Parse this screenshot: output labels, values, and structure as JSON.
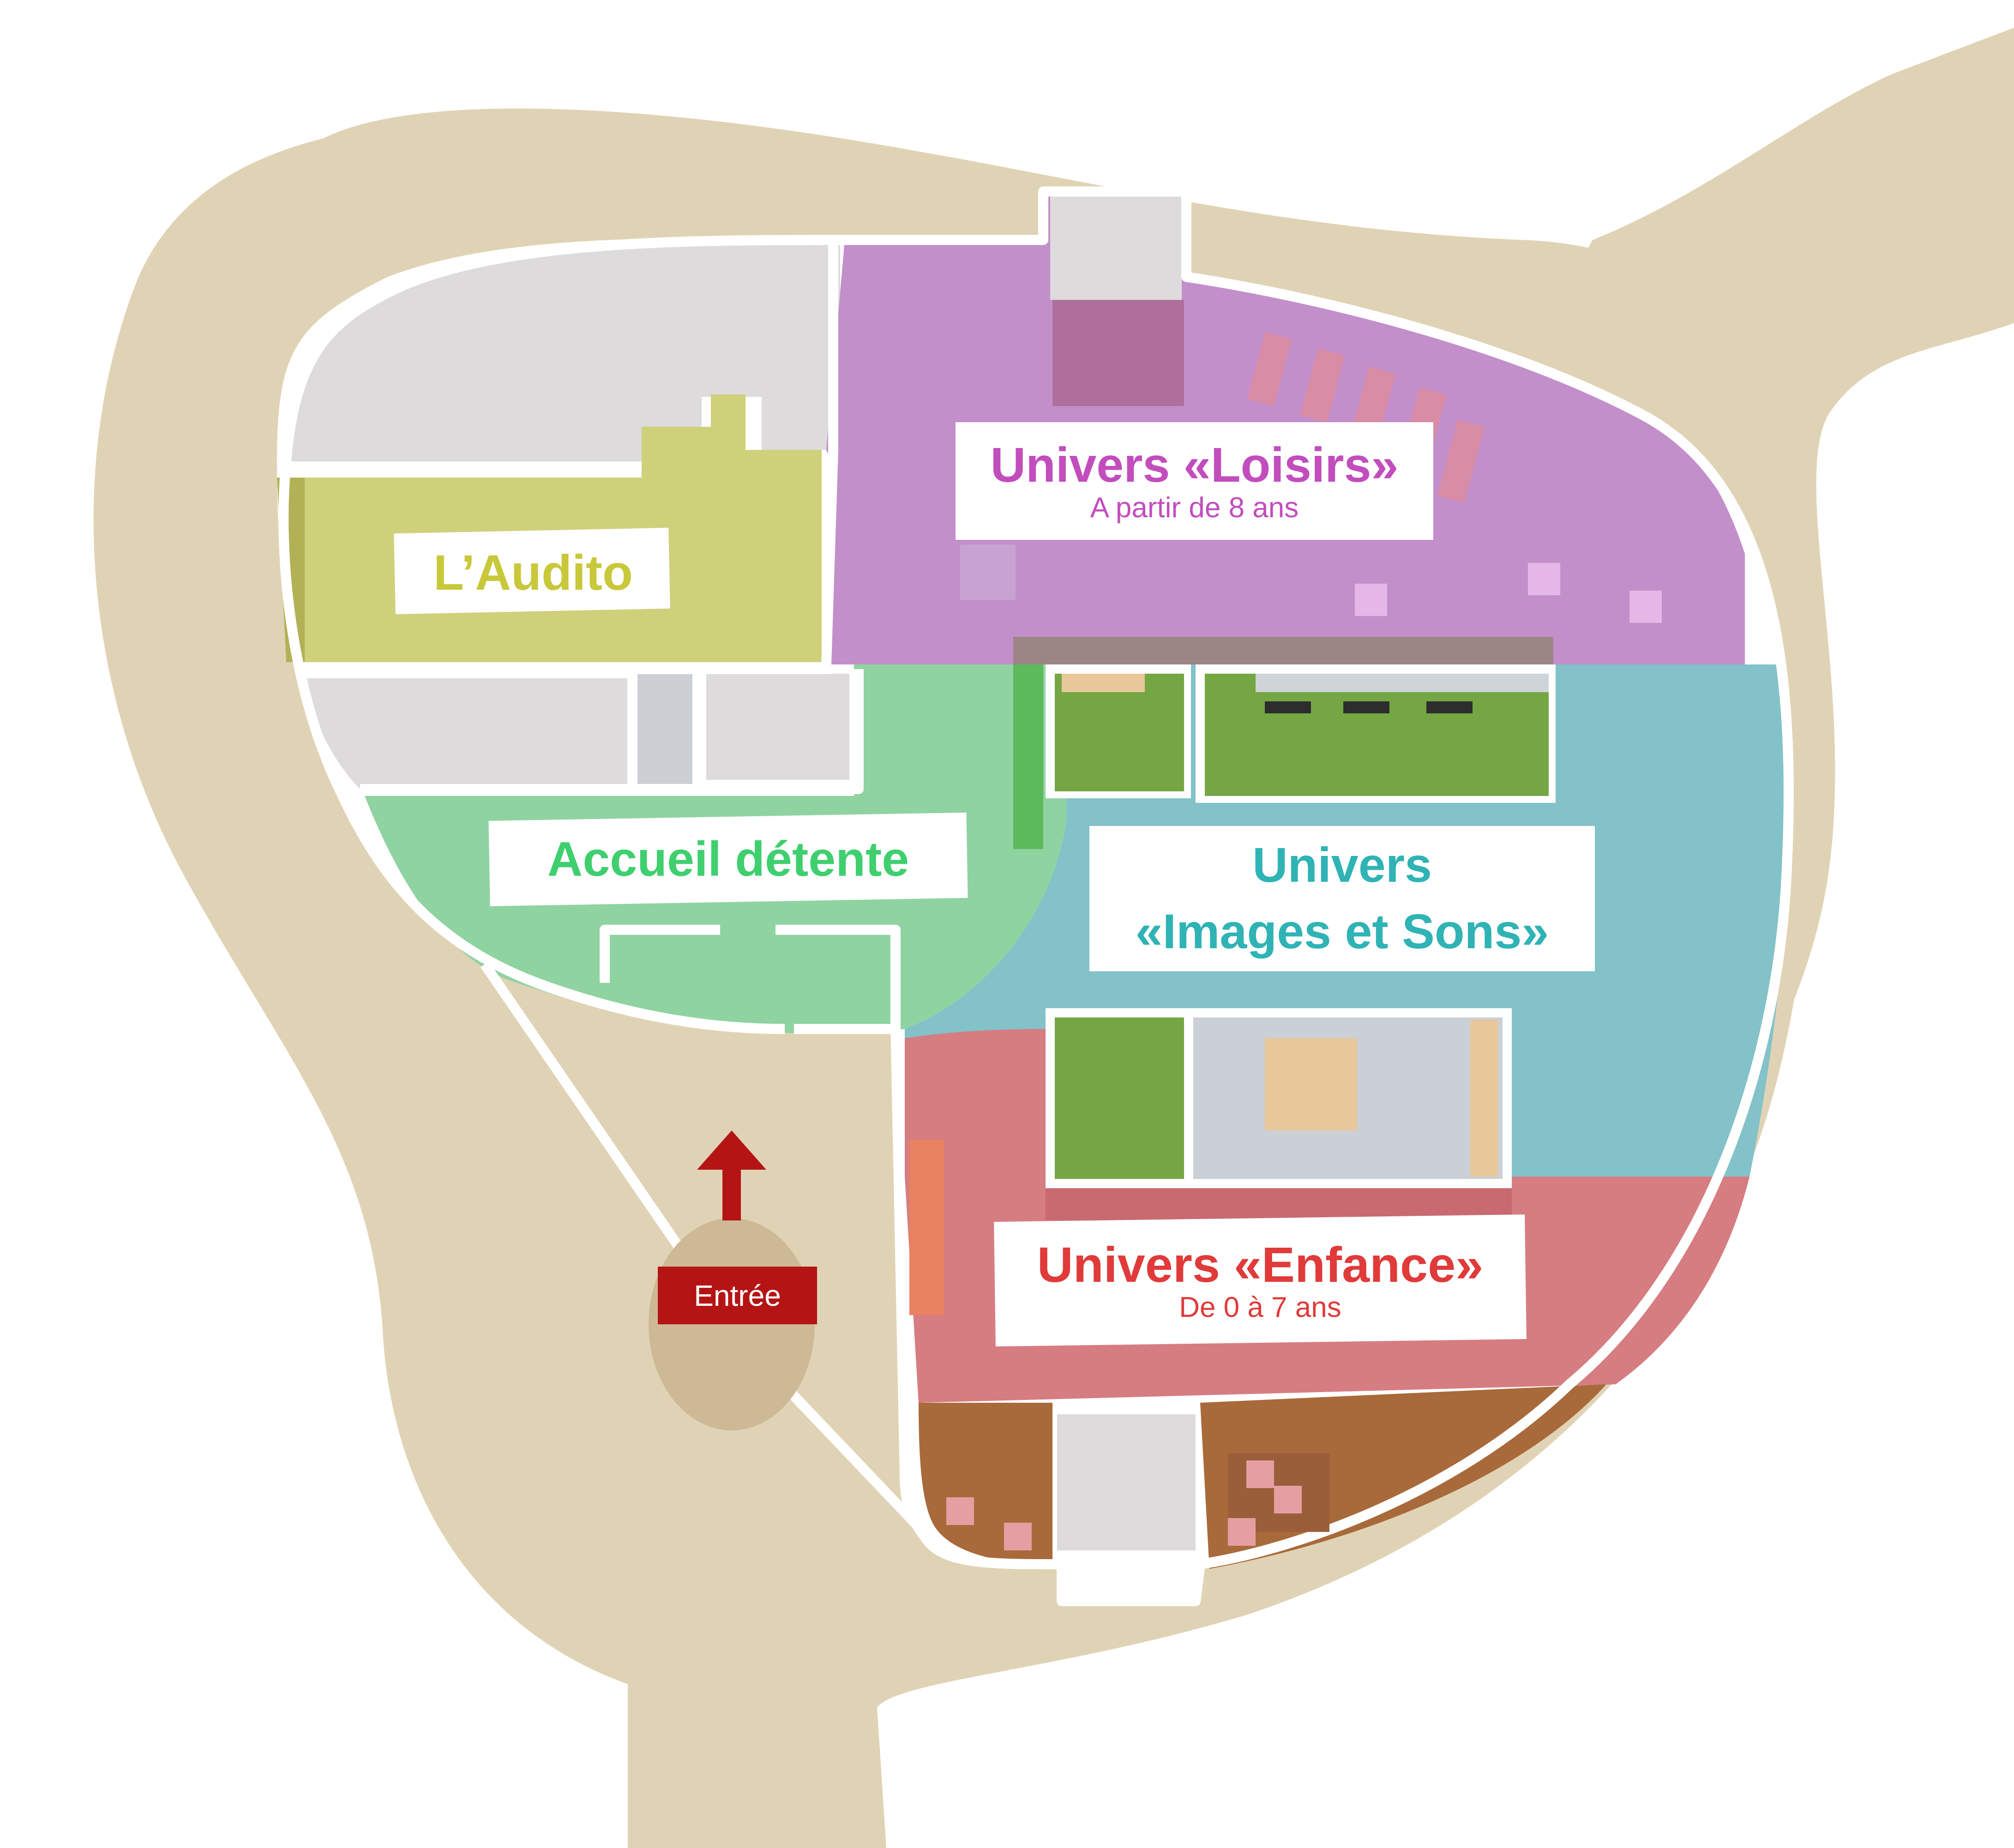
{
  "map": {
    "zones": [
      {
        "id": "audito",
        "title": "L’Audito",
        "subtitle": "",
        "color": "#cfd07a",
        "text_color": "#c8c83a"
      },
      {
        "id": "loisirs",
        "title": "Univers «Loisirs»",
        "subtitle": "A partir de 8 ans",
        "color": "#c38fcb",
        "text_color": "#c24dbd"
      },
      {
        "id": "accueil",
        "title": "Accueil détente",
        "subtitle": "",
        "color": "#8fd3a1",
        "text_color": "#3fcf6f"
      },
      {
        "id": "images-sons",
        "title_line1": "Univers",
        "title_line2": "«Images et Sons»",
        "color": "#83c2c8",
        "text_color": "#2fb3b5"
      },
      {
        "id": "enfance",
        "title": "Univers «Enfance»",
        "subtitle": "De 0 à 7 ans",
        "color": "#d67d82",
        "text_color": "#e03a3a"
      },
      {
        "id": "detente-brown",
        "color": "#a86a3a"
      }
    ],
    "entrance": {
      "label": "Entrée",
      "color": "#b51414"
    },
    "colors": {
      "ground": "#e0d3b5",
      "ground_dark": "#cdb995",
      "wall": "#ffffff",
      "grey_room": "#dddbdb",
      "grass": "#74a644",
      "dark_grass": "#5cba5c"
    }
  }
}
